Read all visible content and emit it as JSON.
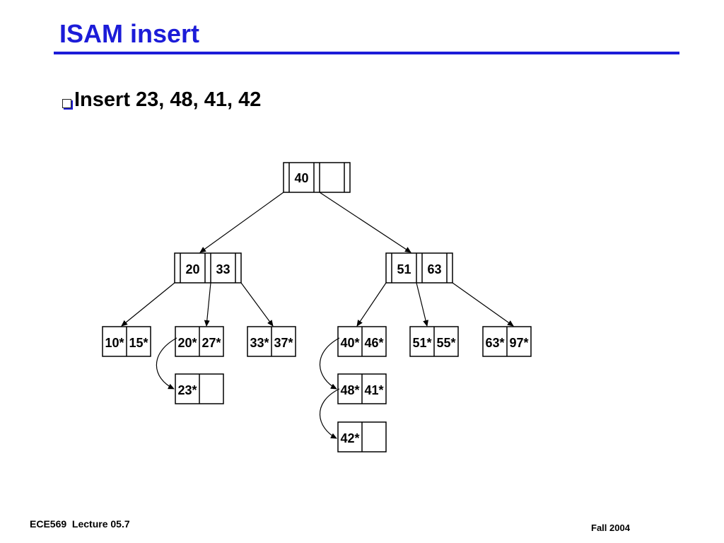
{
  "slide": {
    "title": "ISAM insert",
    "bullet": "Insert 23, 48, 41, 42"
  },
  "footer": {
    "left": "ECE569  Lecture 05.7",
    "right": "Fall 2004"
  },
  "colors": {
    "title": "#1c1cd8",
    "lines": "#000000"
  },
  "tree": {
    "root": {
      "keys": [
        "40",
        ""
      ]
    },
    "index": [
      {
        "keys": [
          "20",
          "33"
        ]
      },
      {
        "keys": [
          "51",
          "63"
        ]
      }
    ],
    "leaves": [
      {
        "entries": [
          "10*",
          "15*"
        ]
      },
      {
        "entries": [
          "20*",
          "27*"
        ]
      },
      {
        "entries": [
          "33*",
          "37*"
        ]
      },
      {
        "entries": [
          "40*",
          "46*"
        ]
      },
      {
        "entries": [
          "51*",
          "55*"
        ]
      },
      {
        "entries": [
          "63*",
          "97*"
        ]
      }
    ],
    "overflow": [
      {
        "entries": [
          "23*",
          ""
        ]
      },
      {
        "entries": [
          "48*",
          "41*"
        ]
      },
      {
        "entries": [
          "42*",
          ""
        ]
      }
    ]
  }
}
